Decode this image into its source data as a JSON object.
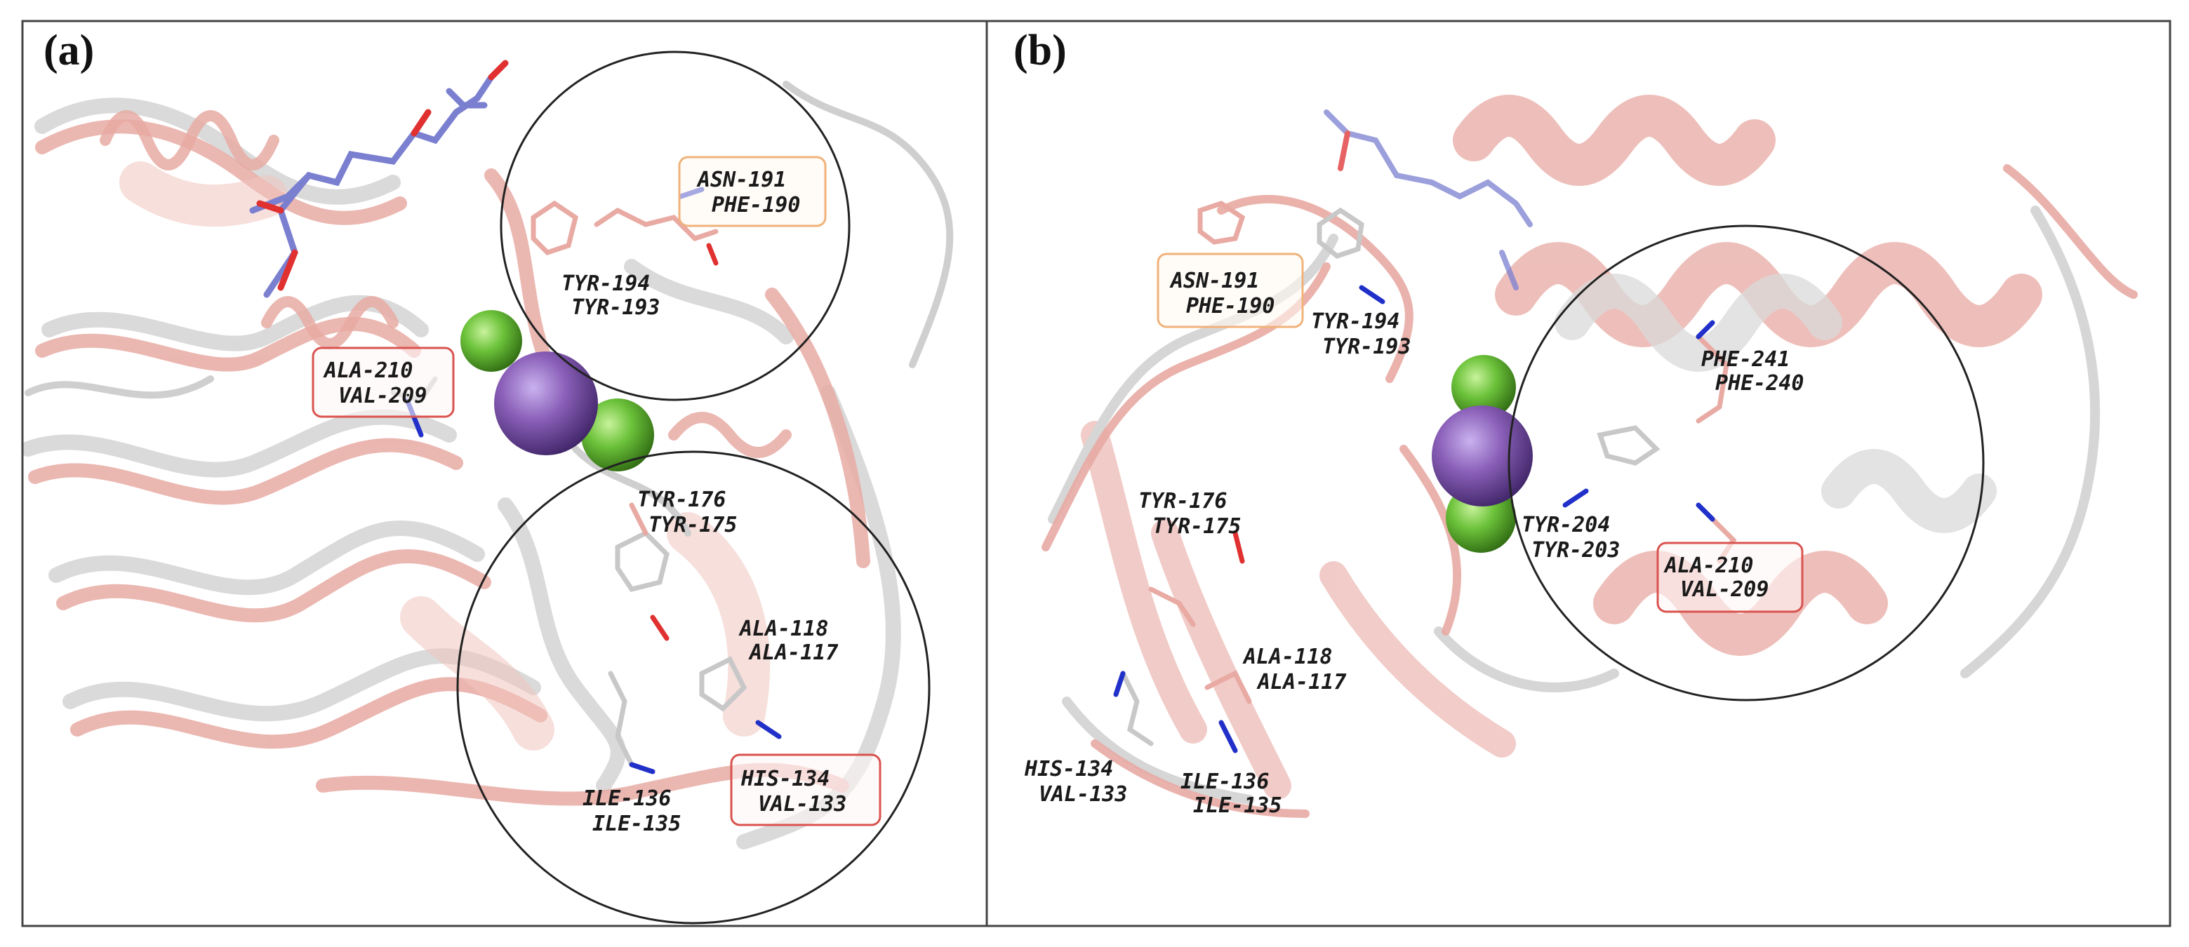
{
  "panels": [
    {
      "label": "(a)",
      "residues": [
        {
          "id": "asn191",
          "lines": [
            "ASN-191",
            "PHE-190"
          ],
          "boxed": "orange"
        },
        {
          "id": "tyr194",
          "lines": [
            "TYR-194",
            "TYR-193"
          ],
          "boxed": null
        },
        {
          "id": "ala210",
          "lines": [
            "ALA-210",
            "VAL-209"
          ],
          "boxed": "red"
        },
        {
          "id": "tyr176",
          "lines": [
            "TYR-176",
            "TYR-175"
          ],
          "boxed": null
        },
        {
          "id": "ala118",
          "lines": [
            "ALA-118",
            "ALA-117"
          ],
          "boxed": null
        },
        {
          "id": "ile136",
          "lines": [
            "ILE-136",
            "ILE-135"
          ],
          "boxed": null
        },
        {
          "id": "his134",
          "lines": [
            "HIS-134",
            "VAL-133"
          ],
          "boxed": "red"
        }
      ]
    },
    {
      "label": "(b)",
      "residues": [
        {
          "id": "asn191",
          "lines": [
            "ASN-191",
            "PHE-190"
          ],
          "boxed": "orange"
        },
        {
          "id": "tyr194",
          "lines": [
            "TYR-194",
            "TYR-193"
          ],
          "boxed": null
        },
        {
          "id": "phe241",
          "lines": [
            "PHE-241",
            "PHE-240"
          ],
          "boxed": null
        },
        {
          "id": "tyr204",
          "lines": [
            "TYR-204",
            "TYR-203"
          ],
          "boxed": null
        },
        {
          "id": "ala210",
          "lines": [
            "ALA-210",
            "VAL-209"
          ],
          "boxed": "red"
        },
        {
          "id": "tyr176",
          "lines": [
            "TYR-176",
            "TYR-175"
          ],
          "boxed": null
        },
        {
          "id": "ala118",
          "lines": [
            "ALA-118",
            "ALA-117"
          ],
          "boxed": null
        },
        {
          "id": "his134",
          "lines": [
            "HIS-134",
            "VAL-133"
          ],
          "boxed": null
        },
        {
          "id": "ile136",
          "lines": [
            "ILE-136",
            "ILE-135"
          ],
          "boxed": null
        }
      ]
    }
  ],
  "colors": {
    "pink_ribbon": "#e8aaa3",
    "gray_ribbon": "#d6d6d6",
    "ligand": "#7a7fd0",
    "oxygen": "#e03030",
    "nitrogen": "#2030c8",
    "metal_ion": "#8a5fb8",
    "chloride": "#6cc23a",
    "box_orange": "#f0b27a",
    "box_red": "#d9534f"
  }
}
